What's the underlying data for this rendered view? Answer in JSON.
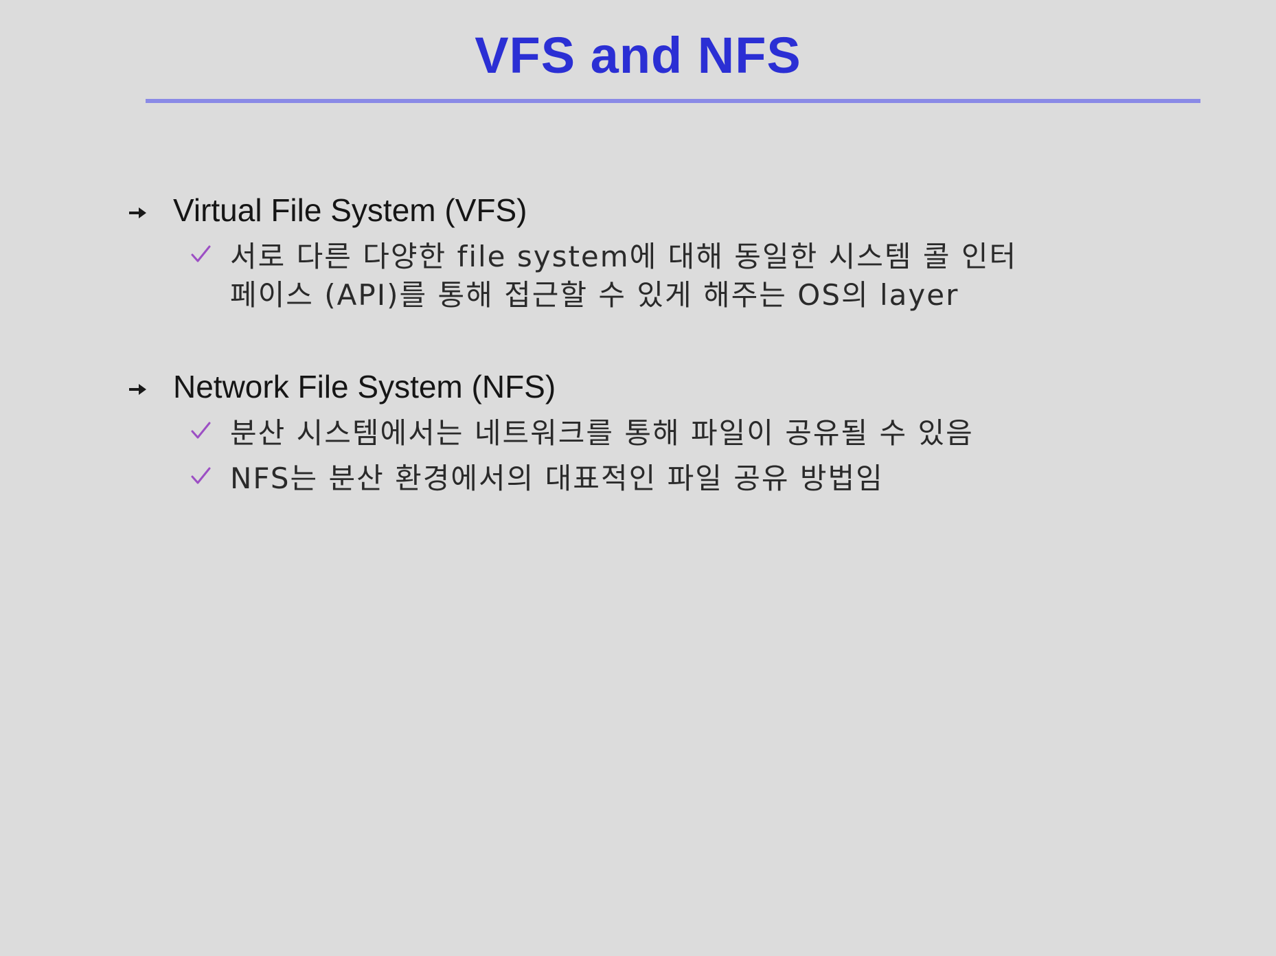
{
  "title": "VFS and NFS",
  "colors": {
    "title": "#2b2fd4",
    "rule": "#8a8ae6",
    "check": "#9c4fc4",
    "background": "#dcdcdc"
  },
  "sections": [
    {
      "heading": "Virtual File System (VFS)",
      "icon": "arrow-bullet-icon",
      "items": [
        {
          "icon": "checkmark-icon",
          "line1": "서로 다른 다양한 file system에 대해 동일한 시스템 콜 인터",
          "line2": "페이스 (API)를 통해 접근할 수 있게 해주는 OS의 layer"
        }
      ]
    },
    {
      "heading": "Network File System (NFS)",
      "icon": "arrow-bullet-icon",
      "items": [
        {
          "icon": "checkmark-icon",
          "text": "분산 시스템에서는 네트워크를 통해 파일이 공유될 수 있음"
        },
        {
          "icon": "checkmark-icon",
          "text": "NFS는 분산 환경에서의 대표적인 파일 공유 방법임"
        }
      ]
    }
  ]
}
